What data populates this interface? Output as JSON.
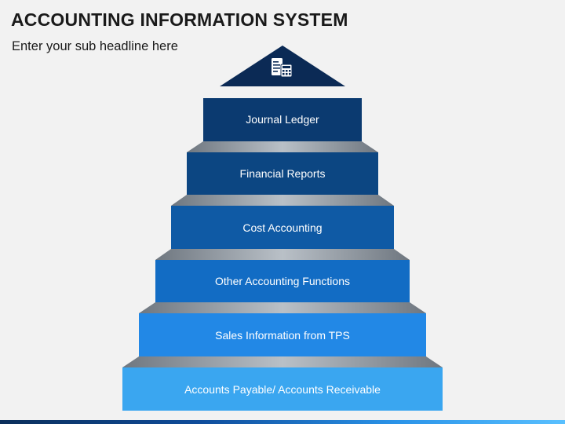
{
  "header": {
    "title": "ACCOUNTING INFORMATION SYSTEM",
    "subtitle": "Enter your sub headline here"
  },
  "pyramid": {
    "top_icon": "document-calculator-icon",
    "tiers": [
      {
        "label": "Journal Ledger",
        "color": "#0b3a70"
      },
      {
        "label": "Financial Reports",
        "color": "#0c4682"
      },
      {
        "label": "Cost Accounting",
        "color": "#0f5aa5"
      },
      {
        "label": "Other Accounting Functions",
        "color": "#126cc4"
      },
      {
        "label": "Sales Information from TPS",
        "color": "#2288e6"
      },
      {
        "label": "Accounts Payable/ Accounts Receivable",
        "color": "#3aa6f0"
      }
    ],
    "apex_color": "#0b2a55",
    "connector_color": "#9aa3ad"
  }
}
